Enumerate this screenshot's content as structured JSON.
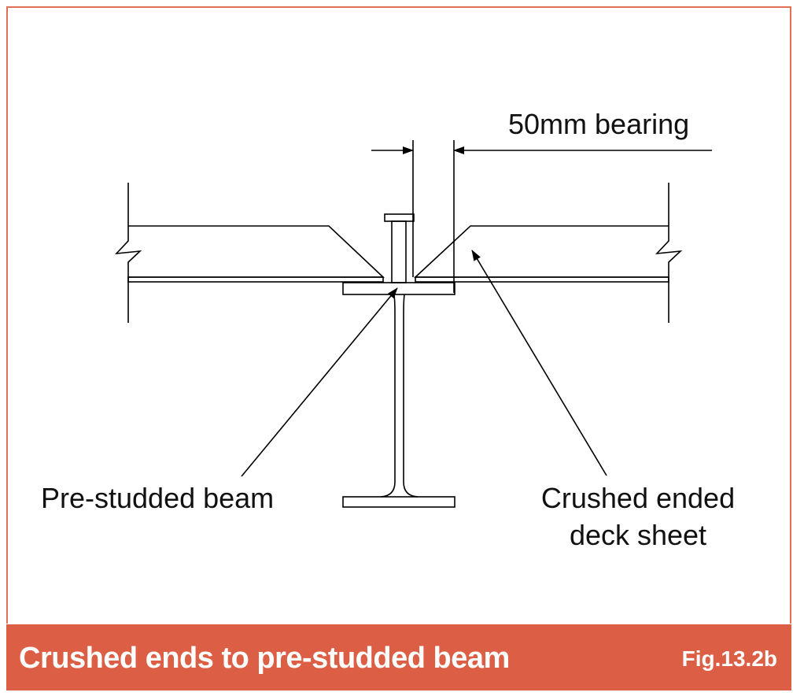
{
  "diagram": {
    "labels": {
      "bearing": "50mm bearing",
      "beam": "Pre-studded beam",
      "deck_line1": "Crushed ended",
      "deck_line2": "deck sheet"
    }
  },
  "caption": {
    "title": "Crushed ends to pre-studded beam",
    "figure_number": "Fig.13.2b"
  },
  "colors": {
    "accent": "#dc5f45",
    "border": "#e07055",
    "line": "#000000"
  }
}
